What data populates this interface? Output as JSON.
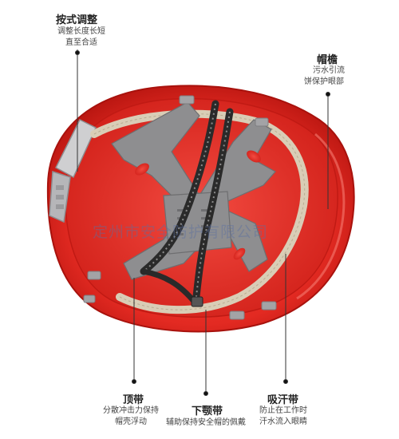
{
  "annotations": {
    "adjust": {
      "title": "按式调整",
      "desc": [
        "调整长度长短",
        "直至合适"
      ]
    },
    "brim": {
      "title": "帽檐",
      "desc": [
        "污水引流",
        "饼保护眼部"
      ]
    },
    "crown_strap": {
      "title": "顶带",
      "desc": [
        "分散冲击力保持",
        "帽壳浮动"
      ]
    },
    "chin_strap": {
      "title": "下颚带",
      "desc": [
        "辅助保持安全帽的佩戴"
      ]
    },
    "sweatband": {
      "title": "吸汗带",
      "desc": [
        "防止在工作时",
        "汗水流入眼睛"
      ]
    }
  },
  "watermark": "定州市安全防护有限公司",
  "colors": {
    "shell": "#e32a22",
    "shell_dark": "#b5140f",
    "harness": "#8e8e90",
    "sweatband": "#d9cdb6",
    "strap": "#2a2a2a"
  }
}
